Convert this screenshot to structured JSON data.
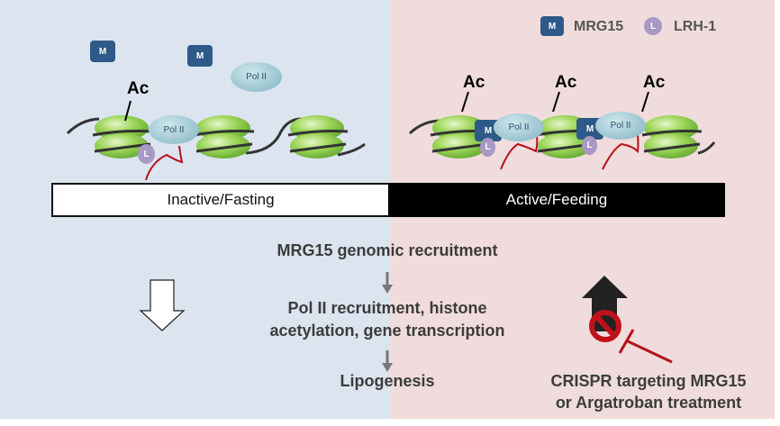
{
  "legend": {
    "mrg15": {
      "symbol": "M",
      "label": "MRG15",
      "color": "#2e5a8a"
    },
    "lrh1": {
      "symbol": "L",
      "label": "LRH-1",
      "color": "#a898c6"
    }
  },
  "left_panel": {
    "background": "#dce4ef",
    "free_mrg15": [
      "M",
      "M"
    ],
    "free_pol2": "Pol II",
    "bound_pol2": "Pol II",
    "bound_lrh1": "L",
    "acetyl_marks": [
      "Ac"
    ]
  },
  "right_panel": {
    "background": "#f0dcdc",
    "complexes": [
      {
        "mrg15": "M",
        "lrh1": "L",
        "pol2": "Pol II"
      },
      {
        "mrg15": "M",
        "lrh1": "L",
        "pol2": "Pol II"
      }
    ],
    "acetyl_marks": [
      "Ac",
      "Ac",
      "Ac"
    ]
  },
  "states": {
    "inactive": "Inactive/Fasting",
    "active": "Active/Feeding"
  },
  "pathway": {
    "steps": [
      "MRG15 genomic recruitment",
      "Pol II recruitment, histone",
      "acetylation, gene transcription",
      "Lipogenesis"
    ]
  },
  "inhibition": {
    "line1": "CRISPR targeting MRG15",
    "line2": "or Argatroban treatment",
    "color": "#b5121b"
  }
}
